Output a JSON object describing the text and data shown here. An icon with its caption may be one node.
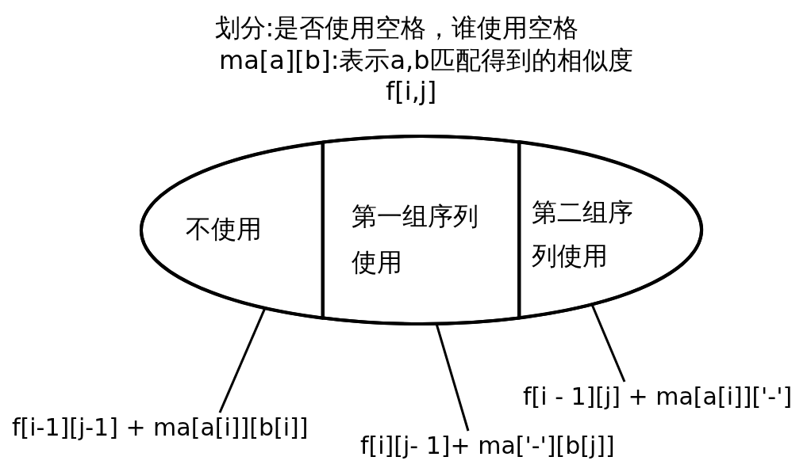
{
  "diagram": {
    "title": "划分:是否使用空格，谁使用空格",
    "nodes": [
      {
        "text": [],
        "shape": "ellipse"
      },
      {
        "text": [
          "不使用"
        ],
        "in": 0
      },
      {
        "text": [
          "第一组序列使用"
        ],
        "in": 0
      },
      {
        "text": [
          "第二组序列使用"
        ],
        "in": 0
      },
      {
        "text": [
          "f[i-1][j-1] + ma[a[i]][b[i]]"
        ]
      },
      {
        "text": [
          "f[i][j- 1]+ ma['-'][b[j]]"
        ]
      },
      {
        "text": [
          "f[i - 1][j] + ma[a[i]]['-']"
        ]
      }
    ],
    "edges": [
      {
        "from": 4,
        "to": 1,
        "arrow": "none"
      },
      {
        "from": 5,
        "to": 2,
        "arrow": "none"
      },
      {
        "from": 6,
        "to": 3,
        "arrow": "none"
      }
    ],
    "labels": [
      "ma[a][b]:表示a,b匹配得到的相似度",
      "f[i,j]"
    ]
  }
}
